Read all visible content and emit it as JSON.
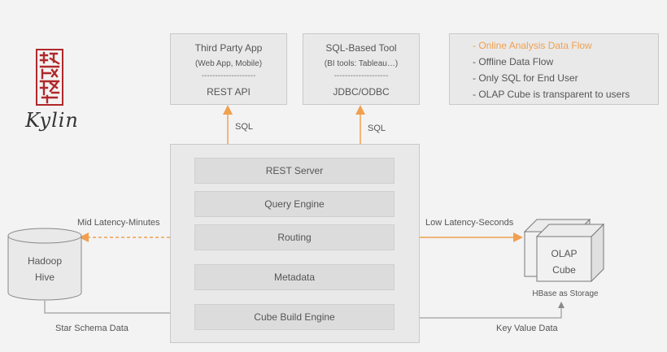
{
  "logo": {
    "name": "Kylin",
    "colors": {
      "seal": "#b0282a"
    }
  },
  "clients": [
    {
      "title": "Third Party App",
      "subtitle": "(Web App, Mobile)",
      "divider": "--------------------",
      "api": "REST API"
    },
    {
      "title": "SQL-Based Tool",
      "subtitle": "(BI tools: Tableau…)",
      "divider": "--------------------",
      "api": "JDBC/ODBC"
    }
  ],
  "legend": [
    {
      "text": "- Online Analysis Data Flow",
      "color": "#f0a050"
    },
    {
      "text": "- Offline Data Flow",
      "color": "#555555"
    },
    {
      "text": "- Only SQL for End User",
      "color": "#555555"
    },
    {
      "text": "- OLAP Cube is transparent to users",
      "color": "#555555"
    }
  ],
  "server": {
    "modules": [
      "REST Server",
      "Query Engine",
      "Routing",
      "Metadata",
      "Cube Build Engine"
    ]
  },
  "hadoop": {
    "line1": "Hadoop",
    "line2": "Hive"
  },
  "olap": {
    "line1": "OLAP",
    "line2": "Cube",
    "caption": "HBase as Storage"
  },
  "edges": {
    "sql_left": "SQL",
    "sql_right": "SQL",
    "mid_latency": "Mid Latency-Minutes",
    "low_latency": "Low Latency-Seconds",
    "star_schema": "Star Schema Data",
    "key_value": "Key Value Data"
  },
  "colors": {
    "online": "#f0a050",
    "offline": "#888888"
  }
}
